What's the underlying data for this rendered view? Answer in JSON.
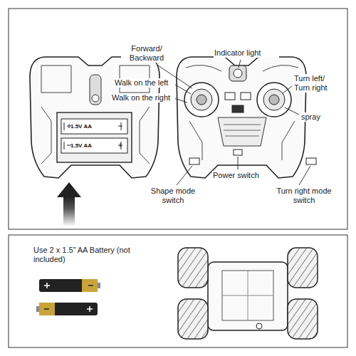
{
  "diagram": {
    "labels": [
      "1.5V AA",
      "1.5V AA",
      "Forward/ Backward",
      "Indicator light",
      "Walk on the left",
      "Walk on the right",
      "Turn left/ Turn right",
      "spray",
      "Power switch",
      "Shape mode switch",
      "Turn right mode switch",
      "Use 2 x 1.5” AA Battery (not included)"
    ]
  }
}
